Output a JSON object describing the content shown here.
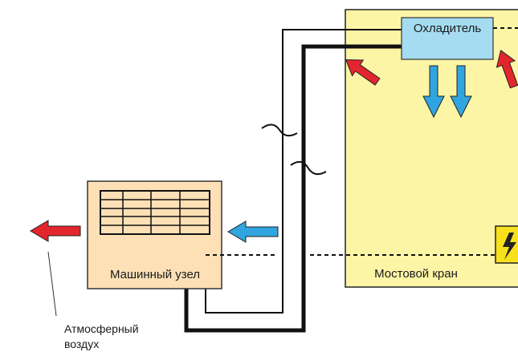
{
  "labels": {
    "cooler": "Охладитель",
    "machine_unit": "Машинный узел",
    "bridge_crane": "Мостовой кран",
    "atmospheric_air_line1": "Атмосферный",
    "atmospheric_air_line2": "воздух"
  },
  "colors": {
    "cabin_fill": "#fdf5a6",
    "unit_fill": "#fde0b6",
    "cooler_fill": "#a5dcf2",
    "hot_air": "#e3262e",
    "cool_air": "#31a5df",
    "pipe": "#111111",
    "warning": "#f8e11c"
  },
  "icons": {
    "cold_air_arrow": "arrow-down-icon",
    "hot_air_arrow": "arrow-up-icon",
    "warning": "warning-sign-icon"
  }
}
